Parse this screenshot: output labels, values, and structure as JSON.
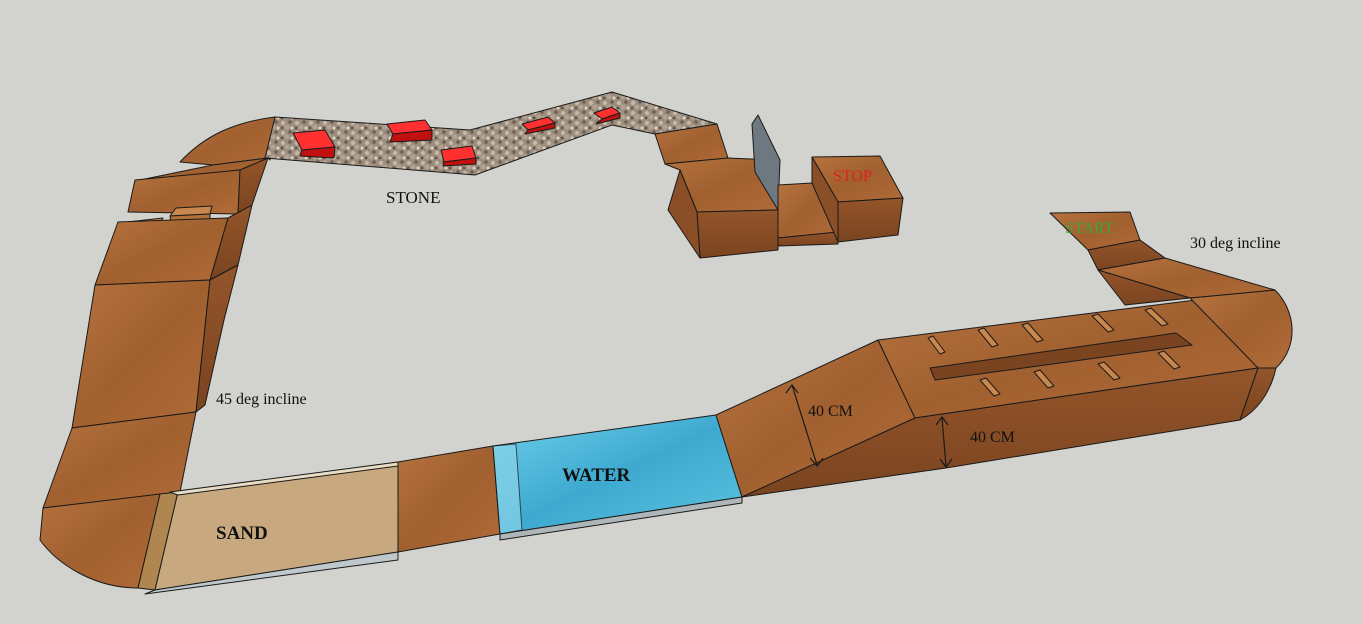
{
  "labels": {
    "stone": "STONE",
    "stop": "STOP",
    "start": "START",
    "incline_30": "30 deg incline",
    "incline_45": "45 deg incline",
    "height_1": "40 CM",
    "height_2": "40 CM",
    "water": "WATER",
    "sand": "SAND"
  },
  "colors": {
    "background": "#d2d2ce",
    "wood_top": "#a8673a",
    "wood_side": "#8a4f27",
    "wood_dark": "#6e3c1c",
    "stone": "#a8998a",
    "brick": "#e81818",
    "water": "#4fb8d8",
    "sand": "#c6a67c",
    "stop_text": "#e02020",
    "start_text": "#3aa63a",
    "ramp_wall": "#6e7880"
  }
}
